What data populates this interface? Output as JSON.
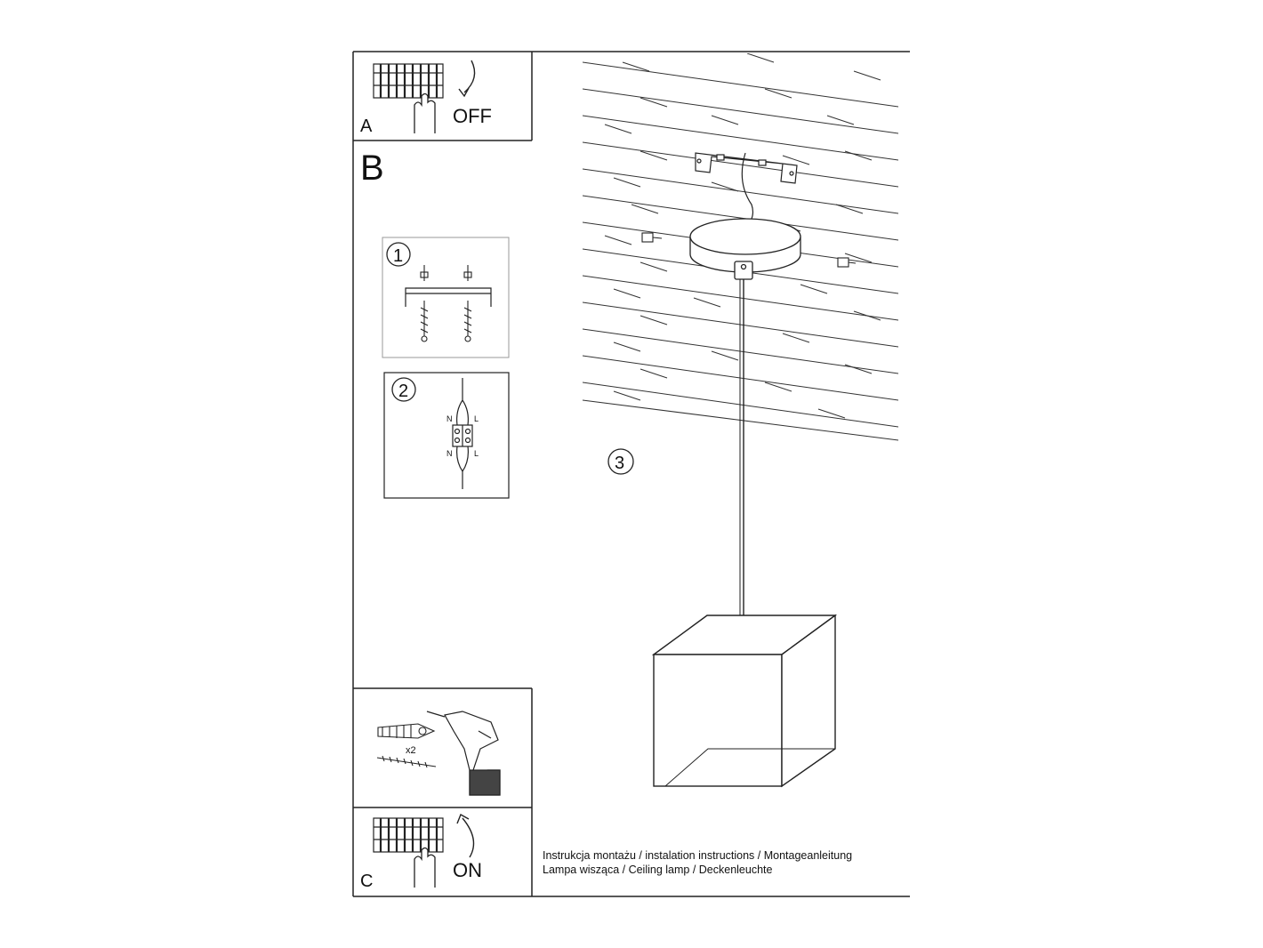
{
  "panels": {
    "a": {
      "letter": "A",
      "switch_label": "OFF"
    },
    "b": {
      "letter": "B"
    },
    "c": {
      "letter": "C",
      "switch_label": "ON"
    }
  },
  "steps": {
    "one": "1",
    "two": "2",
    "three": "3"
  },
  "wiring": {
    "neutral": "N",
    "live": "L"
  },
  "hardware": {
    "quantity": "x2"
  },
  "caption": {
    "line1": "Instrukcja montażu / instalation instructions / Montageanleitung",
    "line2": "Lampa wisząca / Ceiling lamp / Deckenleuchte"
  },
  "colors": {
    "line": "#222222",
    "paper": "#ffffff"
  },
  "icons": [
    "breaker-panel-icon",
    "hand-icon",
    "curved-arrow-icon",
    "mounting-bracket-icon",
    "screw-icon",
    "wall-plug-icon",
    "cordless-drill-icon",
    "terminal-block-icon"
  ]
}
